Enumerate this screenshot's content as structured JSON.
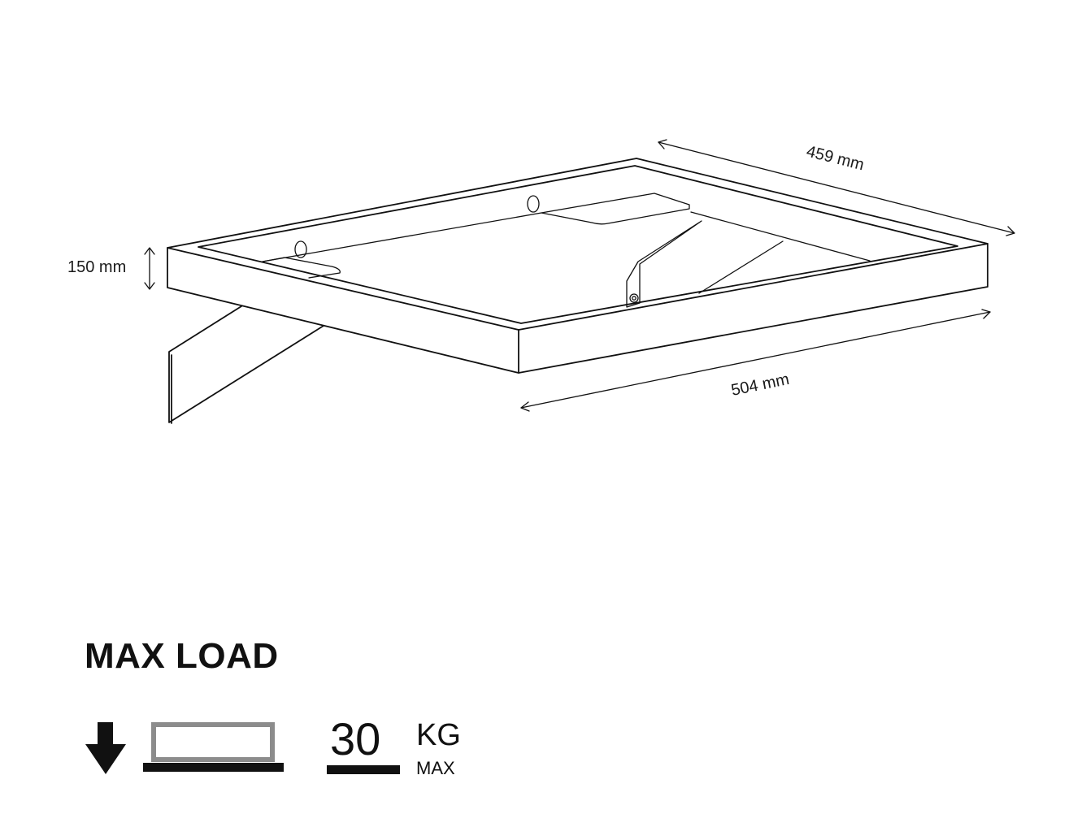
{
  "dimensions": {
    "height": "150 mm",
    "depth": "459 mm",
    "width": "504 mm"
  },
  "load": {
    "title": "MAX LOAD",
    "value": "30",
    "unit": "KG",
    "qualifier": "MAX"
  },
  "icons": {
    "arrow": "down-arrow-icon",
    "box": "load-box-icon"
  },
  "colors": {
    "line": "#111111",
    "box_outline": "#8c8c8c"
  }
}
